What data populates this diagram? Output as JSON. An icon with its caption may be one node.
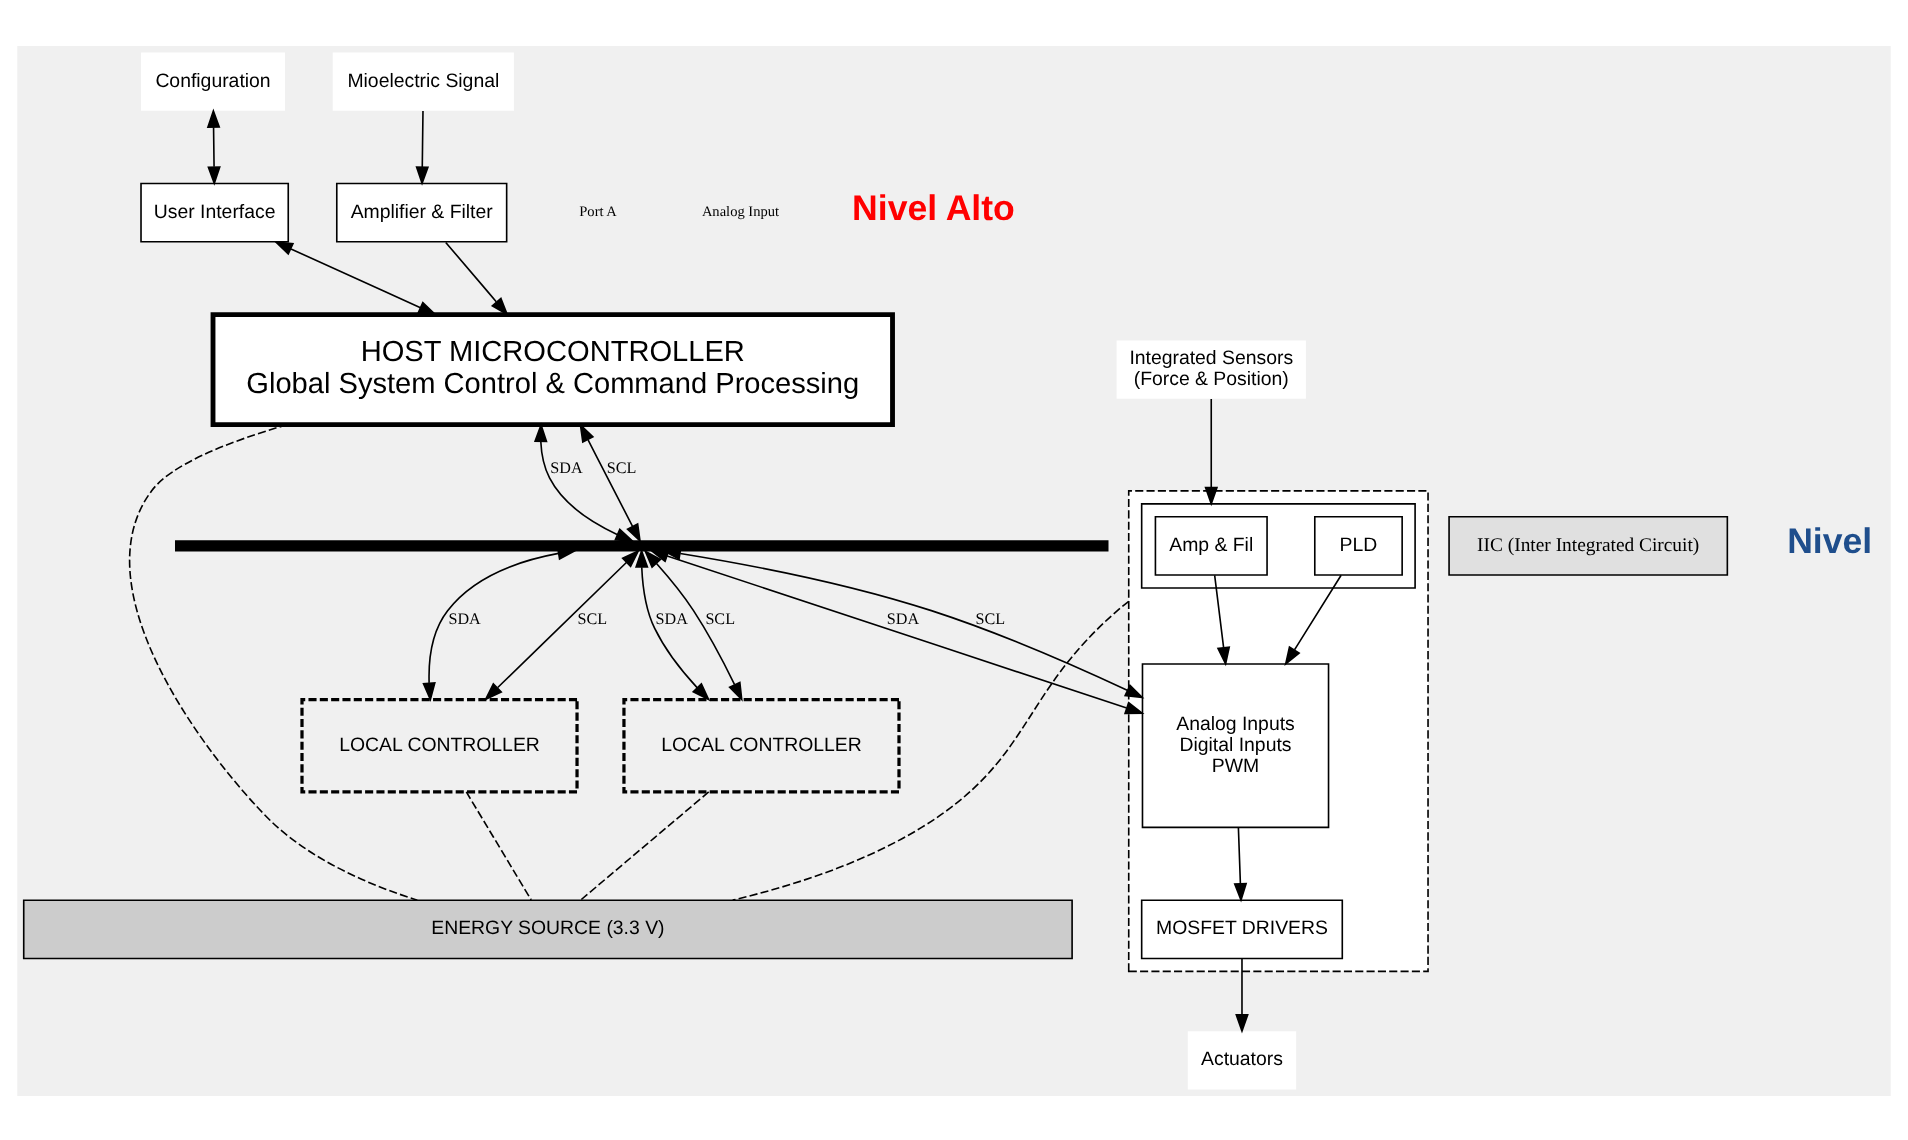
{
  "diagram": {
    "nodes": [
      {
        "text": [
          "Configuration"
        ]
      },
      {
        "text": [
          "User Interface"
        ]
      },
      {
        "text": [
          "Mioelectric Signal"
        ]
      },
      {
        "text": [
          "Amplifier & Filter"
        ]
      },
      {
        "text": [
          "HOST MICROCONTROLLER",
          "Global System Control & Command Processing"
        ]
      },
      {
        "text": [],
        "shape": "bar"
      },
      {
        "text": [
          "IIC (Inter Integrated Circuit)"
        ]
      },
      {
        "text": [],
        "shape": "box"
      },
      {
        "text": [],
        "shape": "box",
        "in": 7
      },
      {
        "text": [
          "Amp & Fil"
        ],
        "in": 8
      },
      {
        "text": [
          "PLD"
        ],
        "in": 8
      },
      {
        "text": [
          "Analog Inputs",
          "Digital Inputs",
          "PWM"
        ],
        "in": 7
      },
      {
        "text": [
          "MOSFET DRIVERS"
        ],
        "in": 7
      },
      {
        "text": [
          "Integrated Sensors",
          "(Force & Position)"
        ]
      },
      {
        "text": [
          "Actuators"
        ]
      },
      {
        "text": [
          "LOCAL CONTROLLER"
        ]
      },
      {
        "text": [
          "LOCAL CONTROLLER"
        ]
      },
      {
        "text": [
          "ENERGY SOURCE (3.3 V)"
        ]
      }
    ],
    "edges": [
      {
        "from": 0,
        "to": 1,
        "arrow": "both"
      },
      {
        "from": 1,
        "to": 4,
        "arrow": "both"
      },
      {
        "from": 2,
        "to": 3,
        "arrow": "to"
      },
      {
        "from": 3,
        "to": 4,
        "arrow": "to"
      },
      {
        "from": 4,
        "to": 5,
        "arrow": "both",
        "label": "SDA"
      },
      {
        "from": 4,
        "to": 5,
        "arrow": "both",
        "label": "SCL"
      },
      {
        "from": 13,
        "to": 8,
        "arrow": "to"
      },
      {
        "from": 9,
        "to": 11,
        "arrow": "to"
      },
      {
        "from": 10,
        "to": 11,
        "arrow": "to"
      },
      {
        "from": 11,
        "to": 12,
        "arrow": "to"
      },
      {
        "from": 12,
        "to": 14,
        "arrow": "to"
      },
      {
        "from": 5,
        "to": 11,
        "arrow": "both",
        "label": "SDA"
      },
      {
        "from": 5,
        "to": 11,
        "arrow": "both",
        "label": "SCL"
      },
      {
        "from": 5,
        "to": 15,
        "arrow": "both",
        "label": "SDA"
      },
      {
        "from": 5,
        "to": 15,
        "arrow": "both",
        "label": "SCL"
      },
      {
        "from": 5,
        "to": 16,
        "arrow": "both",
        "label": "SDA"
      },
      {
        "from": 5,
        "to": 16,
        "arrow": "both",
        "label": "SCL"
      },
      {
        "from": 4,
        "to": 17,
        "arrow": "none",
        "style": "dashed"
      },
      {
        "from": 7,
        "to": 17,
        "arrow": "none",
        "style": "dashed"
      },
      {
        "from": 15,
        "to": 17,
        "arrow": "none",
        "style": "dashed"
      },
      {
        "from": 16,
        "to": 17,
        "arrow": "none",
        "style": "dashed"
      }
    ],
    "labels": [
      "Port A",
      "Analog Input",
      "Nivel Alto",
      "Nivel"
    ]
  }
}
